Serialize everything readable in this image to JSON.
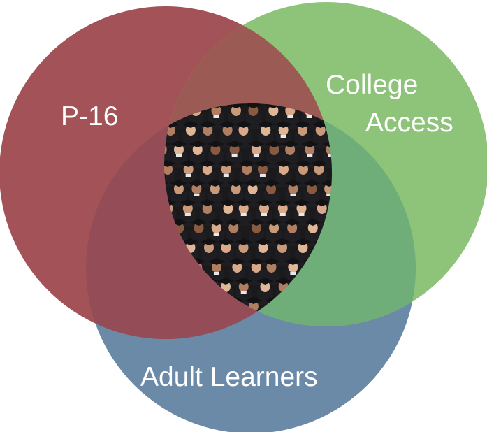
{
  "diagram": {
    "sets": [
      {
        "id": "p16",
        "label_lines": [
          "P-16"
        ],
        "color": "#A35358"
      },
      {
        "id": "college_access",
        "label_lines": [
          "College",
          "Access"
        ],
        "color": "#8DC47A"
      },
      {
        "id": "adult_learners",
        "label_lines": [
          "Adult Learners"
        ],
        "color": "#6A8AA8"
      }
    ],
    "overlap_colors": {
      "p16_college": "#9B5A54",
      "p16_adult": "#944D57",
      "college_adult": "#6FAE78"
    },
    "center_image": {
      "description_icon": "graduation-crowd-photo",
      "palette": {
        "gown": "#1E1E22",
        "skin": "#C99A7A",
        "cap": "#121214"
      }
    }
  }
}
